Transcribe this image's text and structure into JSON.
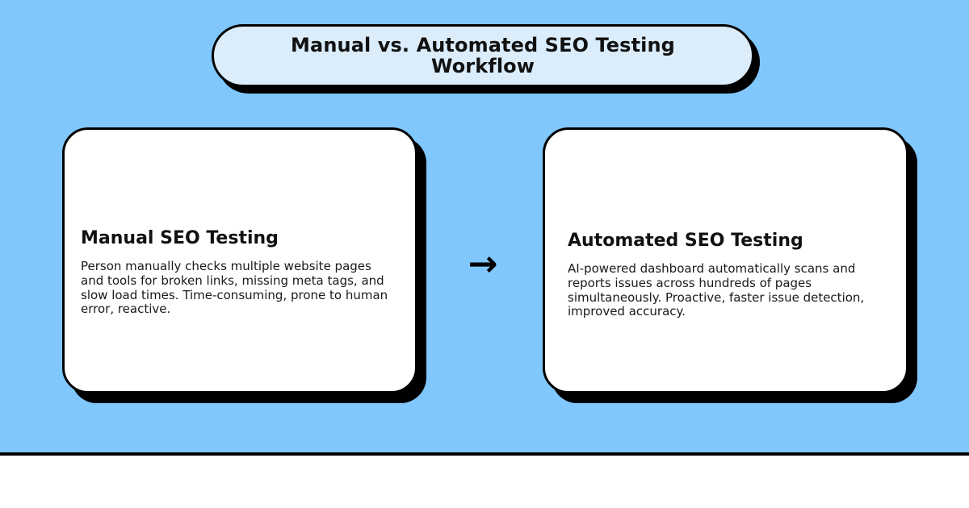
{
  "theme": {
    "background_blue": "#80c7fd",
    "card_fill": "#ffffff",
    "pill_fill": "#dbecfb",
    "outline": "#000000",
    "shadow": "#000000",
    "text": "#111111",
    "bottom_strip": "#ffffff"
  },
  "header": {
    "title": "Manual vs. Automated SEO Testing Workflow"
  },
  "connector": {
    "icon": "arrow-right-icon",
    "glyph": "→"
  },
  "cards": [
    {
      "id": "manual-seo-testing",
      "heading": "Manual SEO Testing",
      "body": "Person manually checks multiple website pages and tools for broken links, missing meta tags, and slow load times. Time-consuming, prone to human error, reactive."
    },
    {
      "id": "automated-seo-testing",
      "heading": "Automated SEO Testing",
      "body": "AI-powered dashboard automatically scans and reports issues across hundreds of pages simultaneously. Proactive, faster issue detection, improved accuracy."
    }
  ]
}
